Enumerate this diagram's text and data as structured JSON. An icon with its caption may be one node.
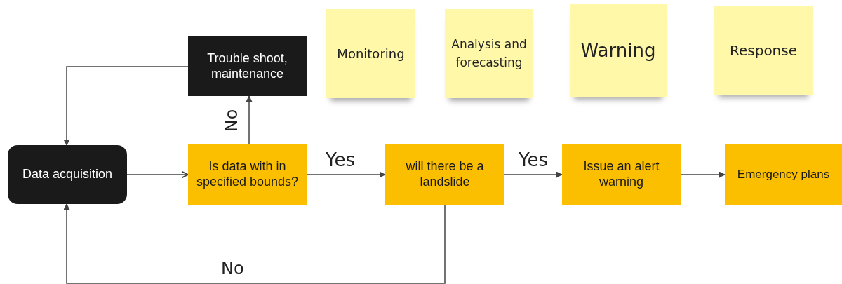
{
  "diagram": {
    "nodes": [
      {
        "text": [
          "Trouble shoot, maintenance"
        ]
      },
      {
        "text": [
          "Monitoring"
        ]
      },
      {
        "text": [
          "Analysis and forecasting"
        ]
      },
      {
        "text": [
          "Warning"
        ]
      },
      {
        "text": [
          "Response"
        ]
      },
      {
        "text": [
          "Data acquisition"
        ]
      },
      {
        "text": [
          "Is data with in specified bounds?"
        ]
      },
      {
        "text": [
          "will there be a landslide"
        ]
      },
      {
        "text": [
          "Issue an alert warning"
        ]
      },
      {
        "text": [
          "Emergency plans"
        ]
      }
    ],
    "edges": [
      {
        "from": 0,
        "to": 5,
        "arrow": "to"
      },
      {
        "from": 5,
        "to": 6,
        "arrow": "to"
      },
      {
        "from": 6,
        "to": 0,
        "arrow": "to",
        "label": "No"
      },
      {
        "from": 6,
        "to": 7,
        "arrow": "to",
        "label": "Yes"
      },
      {
        "from": 7,
        "to": 8,
        "arrow": "to",
        "label": "Yes"
      },
      {
        "from": 8,
        "to": 9,
        "arrow": "to"
      },
      {
        "from": 7,
        "to": 5,
        "arrow": "to",
        "label": "No"
      }
    ]
  }
}
